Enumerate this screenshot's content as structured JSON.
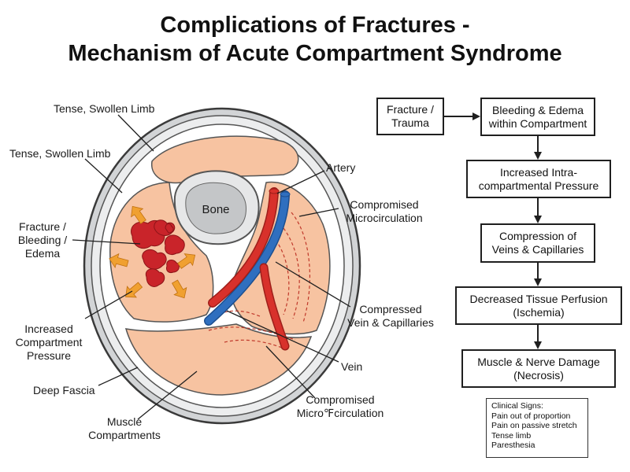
{
  "title": {
    "line1": "Complications of Fractures -",
    "line2": "Mechanism of Acute Compartment Syndrome"
  },
  "labels": {
    "tense_limb_top": "Tense, Swollen Limb",
    "tense_limb_left": "Tense, Swollen Limb",
    "fracture_bleeding": [
      "Fracture /",
      "Bleeding /",
      "Edema"
    ],
    "increased_pressure": [
      "Increased",
      "Compartment",
      "Pressure"
    ],
    "deep_fascia": "Deep Fascia",
    "muscle_compartments": [
      "Muscle",
      "Compartments"
    ],
    "bone": "Bone",
    "artery": "Artery",
    "compromised_micro_right": [
      "Compromised",
      "Microcirculation"
    ],
    "compressed_vein": [
      "Compressed",
      "Vein & Capillaries"
    ],
    "vein": "Vein",
    "compromised_micro_bottom": [
      "Compromised",
      "Micro℉circulation"
    ]
  },
  "flow": {
    "start": [
      "Fracture /",
      "Trauma"
    ],
    "steps": [
      [
        "Bleeding & Edema",
        "within Compartment"
      ],
      [
        "Increased Intra-",
        "compartmental Pressure"
      ],
      [
        "Compression of",
        "Veins & Capillaries"
      ],
      [
        "Decreased Tissue Perfusion",
        "(Ischemia)"
      ],
      [
        "Muscle & Nerve Damage",
        "(Necrosis)"
      ]
    ]
  },
  "clinical_signs": {
    "heading": "Clinical Signs:",
    "items": [
      "Pain out of proportion",
      "Pain on passive stretch",
      "Tense limb",
      "Paresthesia"
    ]
  },
  "colors": {
    "muscle": "#f7c3a1",
    "bone": "#c4c6c8",
    "artery": "#d8312b",
    "vein": "#2f6fbf",
    "bleeding": "#c9242a",
    "arrows": "#f0a030"
  }
}
